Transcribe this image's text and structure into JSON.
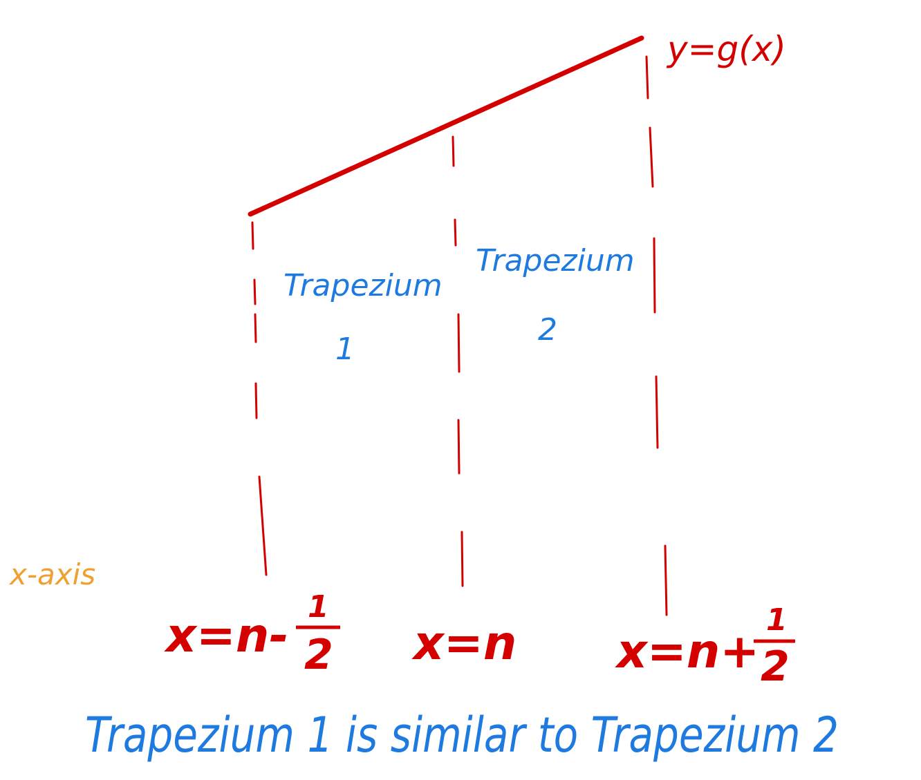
{
  "colors": {
    "curve": "#d40000",
    "guides": "#d40000",
    "bound_labels": "#d40000",
    "region_labels": "#1f7ae0",
    "axis_label": "#f0a030",
    "caption": "#1f7ae0"
  },
  "curve_label": "y=g(x)",
  "axis_label": "x-axis",
  "regions": [
    {
      "line1": "Trapezium",
      "line2": "1"
    },
    {
      "line1": "Trapezium",
      "line2": "2"
    }
  ],
  "bounds": [
    {
      "left": "x=n-",
      "num": "1",
      "den": "2"
    },
    {
      "left": "x=n"
    },
    {
      "left": "x=n+",
      "num": "1",
      "den": "2"
    }
  ],
  "caption": "Trapezium 1 is similar to Trapezium 2"
}
